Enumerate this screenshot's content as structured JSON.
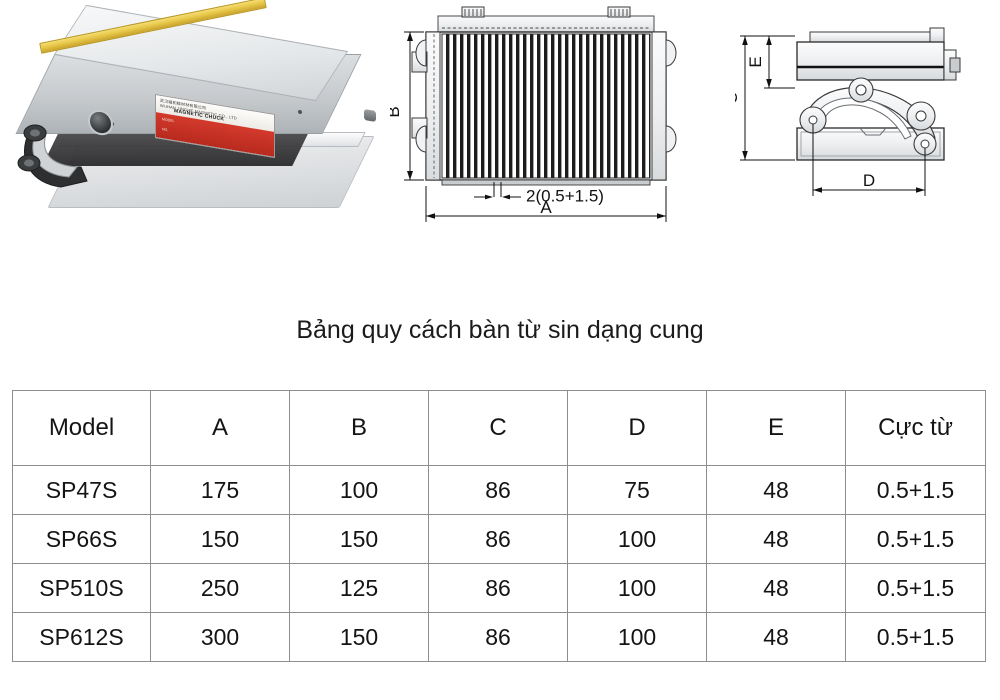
{
  "document": {
    "title": "Bảng quy cách bàn từ sin dạng cung",
    "background_color": "#ffffff"
  },
  "figures": {
    "photo": {
      "name": "sine-magnetic-chuck-photo",
      "gold_strip_color": "#e8c84a",
      "label_red_color": "#c8332a",
      "label_company_cn": "武汉精和精材材有限公司",
      "label_company_sub": "WUHAN JINGHE MAGNETIC CO., LTD",
      "label_brand": "MAGNETIC CHUCK",
      "label_row1": "MODEL",
      "label_row2": "NO."
    },
    "top_view": {
      "name": "top-view-drawing",
      "dim_vertical": "B",
      "dim_horizontal": "A",
      "pole_pitch_callout": "2(0.5+1.5)"
    },
    "side_view": {
      "name": "side-view-drawing",
      "dim_overall_height": "C",
      "dim_partial_height": "E",
      "dim_horizontal": "D"
    }
  },
  "chart_data": {
    "type": "table",
    "title": "Bảng quy cách bàn từ sin dạng cung",
    "columns": [
      "Model",
      "A",
      "B",
      "C",
      "D",
      "E",
      "Cực từ"
    ],
    "rows": [
      [
        "SP47S",
        "175",
        "100",
        "86",
        "75",
        "48",
        "0.5+1.5"
      ],
      [
        "SP66S",
        "150",
        "150",
        "86",
        "100",
        "48",
        "0.5+1.5"
      ],
      [
        "SP510S",
        "250",
        "125",
        "86",
        "100",
        "48",
        "0.5+1.5"
      ],
      [
        "SP612S",
        "300",
        "150",
        "86",
        "100",
        "48",
        "0.5+1.5"
      ]
    ]
  }
}
